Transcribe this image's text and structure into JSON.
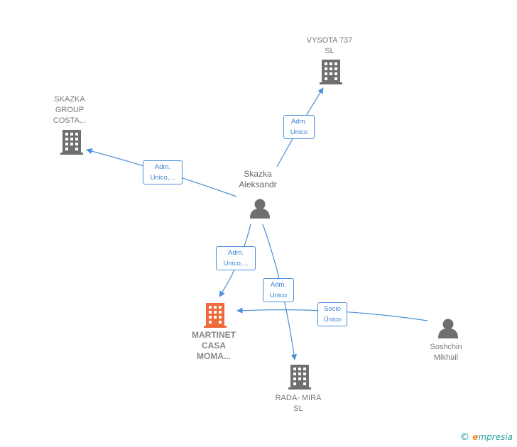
{
  "colors": {
    "edge": "#4a8fd9",
    "building": "#6f6f6f",
    "building_focus": "#ee6a3a",
    "person": "#6f6f6f"
  },
  "nodes": {
    "vysota": {
      "label": "VYSOTA 737\nSL",
      "icon": "building-icon"
    },
    "skazka_group": {
      "label": "SKAZKA\nGROUP\nCOSTA...",
      "icon": "building-icon"
    },
    "skazka_aleksandr": {
      "label": "Skazka\nAleksandr",
      "icon": "person-icon"
    },
    "martinet": {
      "label": "MARTINET\nCASA\nMOMA...",
      "icon": "building-icon"
    },
    "rada_mira": {
      "label": "RADA- MIRA\nSL",
      "icon": "building-icon"
    },
    "soshchin": {
      "label": "Soshchin\nMikhail",
      "icon": "person-icon"
    }
  },
  "edges": {
    "to_vysota": "Adm.\nUnico",
    "to_skazka_group": "Adm.\nUnico,...",
    "to_martinet": "Adm.\nUnico,...",
    "to_rada_mira": "Adm.\nUnico",
    "soshchin_to_martinet": "Socio\nÚnico"
  },
  "brand": {
    "copyright": "©",
    "e": "e",
    "rest": "mpresia"
  }
}
